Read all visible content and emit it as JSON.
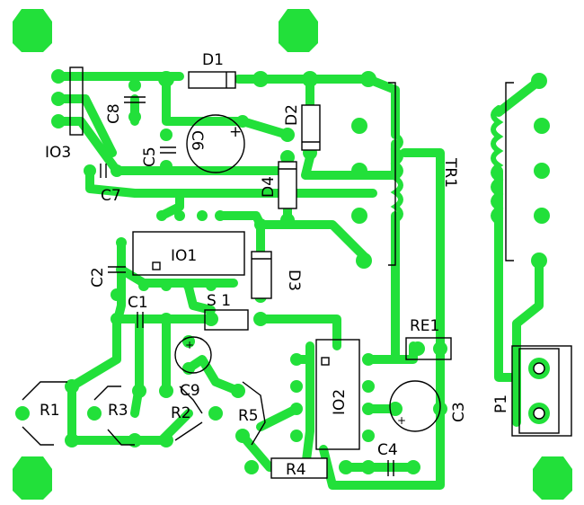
{
  "board": {
    "background": "#ffffff",
    "copper_color": "#22e03a",
    "silkscreen_color": "#000000"
  },
  "labels": {
    "d1": "D1",
    "d2": "D2",
    "d3": "D3",
    "d4": "D4",
    "c1": "C1",
    "c2": "C2",
    "c3": "C3",
    "c4": "C4",
    "c5": "C5",
    "c6": "C6",
    "c7": "C7",
    "c8": "C8",
    "c9": "C9",
    "r1": "R1",
    "r2": "R2",
    "r3": "R3",
    "r4": "R4",
    "r5": "R5",
    "io1": "IO1",
    "io2": "IO2",
    "io3": "IO3",
    "tr1": "TR1",
    "re1": "RE1",
    "p1": "P1",
    "s1": "S 1"
  }
}
